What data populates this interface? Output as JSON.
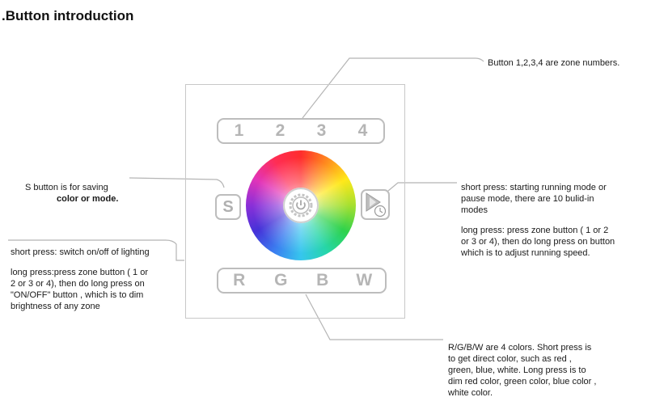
{
  "title": ".Button introduction",
  "zones": [
    "1",
    "2",
    "3",
    "4"
  ],
  "colors": [
    "R",
    "G",
    "B",
    "W"
  ],
  "s_label": "S",
  "annotations": {
    "zones": "Button 1,2,3,4 are zone numbers.",
    "s_line1": "S button is for saving",
    "s_line2": "color or mode.",
    "power_short": "short press: switch on/off of lighting",
    "power_long_1": "long press:press zone button ( 1 or",
    "power_long_2": "2 or 3 or 4), then do long press on",
    "power_long_3": "\"ON/OFF\" button , which is to dim",
    "power_long_4": "brightness of any zone",
    "mode_short_1": "short press: starting running mode or",
    "mode_short_2": "pause mode, there are 10 bulid-in",
    "mode_short_3": "modes",
    "mode_long_1": "long press: press zone button ( 1 or 2",
    "mode_long_2": "or 3 or 4), then do long press on button",
    "mode_long_3": "which is to adjust running speed.",
    "rgbw_1": "R/G/B/W are 4 colors. Short press is",
    "rgbw_2": "to get direct color, such as red ,",
    "rgbw_3": "green, blue, white. Long press is to",
    "rgbw_4": "dim red color, green color, blue color ,",
    "rgbw_5": "white color."
  }
}
